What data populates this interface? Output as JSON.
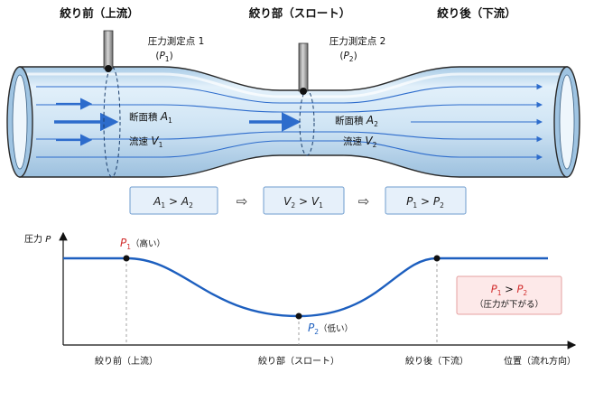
{
  "colors": {
    "pipe_fill": "#cfe4f4",
    "pipe_outline": "#2a2a2a",
    "flow_arrow": "#2d6ccc",
    "pressure_curve": "#1d5fbf",
    "red_label": "#d22e2e",
    "note_fill": "#fde9e9",
    "note_stroke": "#e5a0a0",
    "formula_fill": "#e6f0fa",
    "formula_stroke": "#6f9dcf"
  },
  "sections": {
    "upstream": "絞り前（上流）",
    "throat": "絞り部（スロート）",
    "downstream": "絞り後（下流）"
  },
  "taps": {
    "tap1": {
      "label": "圧力測定点 1",
      "sym": "P",
      "sub": "1"
    },
    "tap2": {
      "label": "圧力測定点 2",
      "sym": "P",
      "sub": "2"
    }
  },
  "region1": {
    "area_label": "断面積",
    "area_sym": "A",
    "area_sub": "1",
    "vel_label": "流速",
    "vel_sym": "V",
    "vel_sub": "1"
  },
  "region2": {
    "area_label": "断面積",
    "area_sym": "A",
    "area_sub": "2",
    "vel_label": "流速",
    "vel_sym": "V",
    "vel_sub": "2"
  },
  "relations": [
    {
      "l": "A",
      "ls": "1",
      "op": ">",
      "r": "A",
      "rs": "2"
    },
    {
      "l": "V",
      "ls": "2",
      "op": ">",
      "r": "V",
      "rs": "1"
    },
    {
      "l": "P",
      "ls": "1",
      "op": ">",
      "r": "P",
      "rs": "2"
    }
  ],
  "implies": "⇨",
  "graph": {
    "ylabel": "圧力",
    "ylabel_sym": "P",
    "xlabel": "位置（流れ方向）",
    "xticks": [
      "絞り前（上流）",
      "絞り部（スロート）",
      "絞り後（下流）"
    ],
    "p1": {
      "sym": "P",
      "sub": "1",
      "note": "（高い）"
    },
    "p2": {
      "sym": "P",
      "sub": "2",
      "note": "（低い）"
    },
    "note": {
      "l": "P",
      "ls": "1",
      "op": ">",
      "r": "P",
      "rs": "2",
      "text": "（圧力が下がる）"
    }
  }
}
